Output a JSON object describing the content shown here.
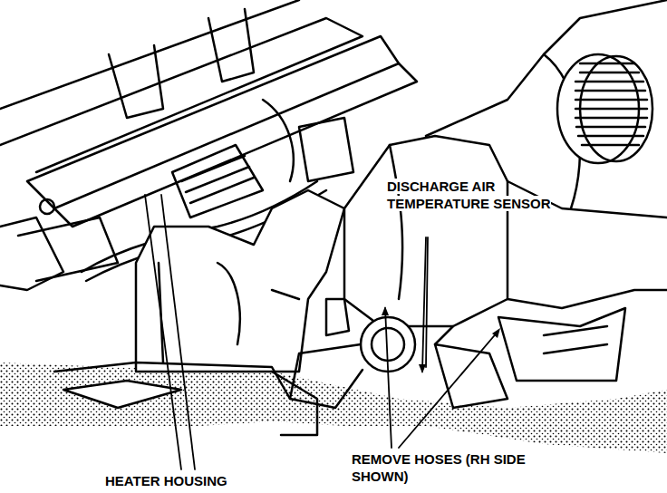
{
  "diagram": {
    "labels": [
      "DISCHARGE AIR TEMPERATURE SENSOR",
      "REMOVE HOSES (RH SIDE SHOWN)",
      "HEATER HOUSING"
    ]
  }
}
